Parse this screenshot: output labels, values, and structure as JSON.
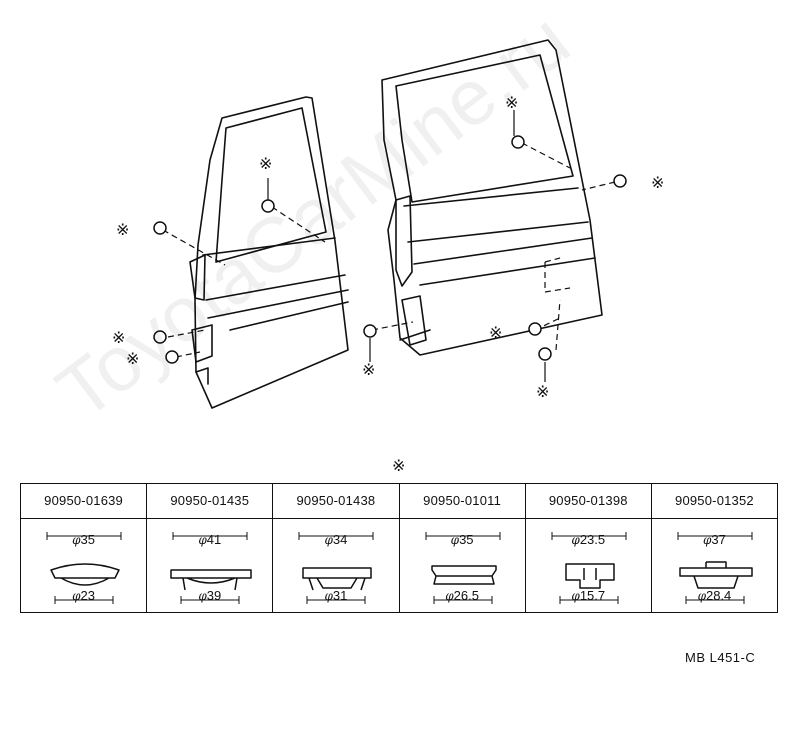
{
  "diagram": {
    "mark_symbol": "※",
    "parts": [
      {
        "part_no": "90950-01639",
        "top_dim": "35",
        "bottom_dim": "23"
      },
      {
        "part_no": "90950-01435",
        "top_dim": "41",
        "bottom_dim": "39"
      },
      {
        "part_no": "90950-01438",
        "top_dim": "34",
        "bottom_dim": "31"
      },
      {
        "part_no": "90950-01011",
        "top_dim": "35",
        "bottom_dim": "26.5"
      },
      {
        "part_no": "90950-01398",
        "top_dim": "23.5",
        "bottom_dim": "15.7"
      },
      {
        "part_no": "90950-01352",
        "top_dim": "37",
        "bottom_dim": "28.4"
      }
    ],
    "phi_symbol": "φ",
    "reference_code": "MB  L451-C",
    "watermark": "ToyotaCarMine.ru"
  }
}
